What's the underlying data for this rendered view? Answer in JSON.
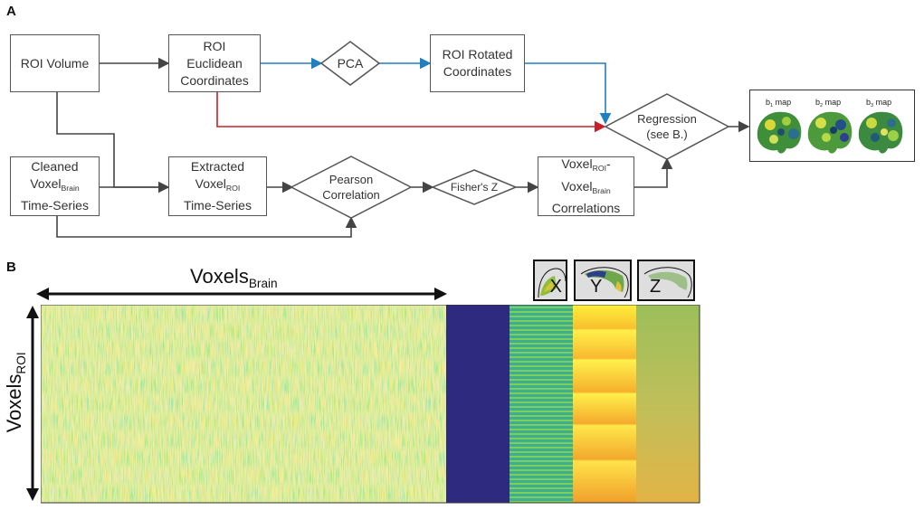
{
  "panel_a": {
    "label": "A",
    "roi_volume": [
      "ROI Volume"
    ],
    "roi_euclidean": [
      "ROI",
      "Euclidean",
      "Coordinates"
    ],
    "pca": [
      "PCA"
    ],
    "roi_rotated": [
      "ROI Rotated",
      "Coordinates"
    ],
    "regression": [
      "Regression",
      "(see B.)"
    ],
    "cleaned_line1": "Cleaned",
    "cleaned_base": "Voxel",
    "cleaned_sub": "Brain",
    "cleaned_line3": "Time-Series",
    "extracted_line1": "Extracted",
    "extracted_base": "Voxel",
    "extracted_sub": "ROI",
    "extracted_line3": "Time-Series",
    "pearson": [
      "Pearson",
      "Correlation"
    ],
    "fisher": [
      "Fisher's Z"
    ],
    "corr_base1": "Voxel",
    "corr_sub1": "ROI",
    "corr_dash": "-",
    "corr_base2": "Voxel",
    "corr_sub2": "Brain",
    "corr_line3": "Correlations",
    "maps": [
      {
        "base": "b",
        "sub": "1",
        "rest": " map"
      },
      {
        "base": "b",
        "sub": "2",
        "rest": " map"
      },
      {
        "base": "b",
        "sub": "3",
        "rest": " map"
      }
    ],
    "colors": {
      "box_border": "#555555",
      "arrow_default": "#444444",
      "arrow_blue": "#1f7fc1",
      "arrow_red": "#c8202a"
    }
  },
  "panel_b": {
    "label": "B",
    "x_axis_base": "Voxels",
    "x_axis_sub": "Brain",
    "y_axis_base": "Voxels",
    "y_axis_sub": "ROI",
    "tiles": [
      "X",
      "Y",
      "Z"
    ],
    "colors": {
      "intercept_column": "#2e2a80",
      "heatmap_mid": "#5cc777",
      "heatmap_high": "#f2d02a",
      "heatmap_low": "#27a3a0"
    }
  }
}
